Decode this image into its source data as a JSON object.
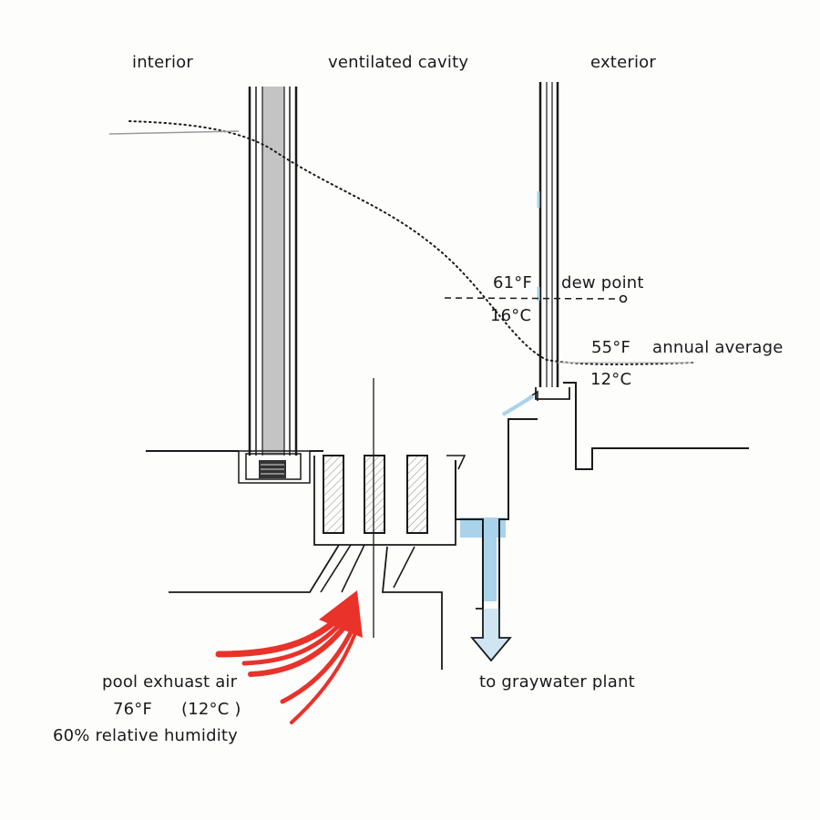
{
  "zones": {
    "interior": "interior",
    "cavity": "ventilated cavity",
    "exterior": "exterior"
  },
  "dew_point": {
    "temp_f": "61°F",
    "temp_c": "16°C",
    "label": "dew point"
  },
  "annual_average": {
    "temp_f": "55°F",
    "label": "annual average",
    "temp_c": "12°C"
  },
  "exhaust": {
    "label": "pool exhuast air",
    "temp_f": "76°F",
    "temp_c": "(12°C )",
    "humidity": "60% relative humidity"
  },
  "drain": {
    "label": "to graywater plant"
  },
  "colors": {
    "ink": "#1a1a1a",
    "glass_gray": "#c4c4c4",
    "water_blue": "#a9d3ea",
    "air_red": "#e8322a"
  }
}
